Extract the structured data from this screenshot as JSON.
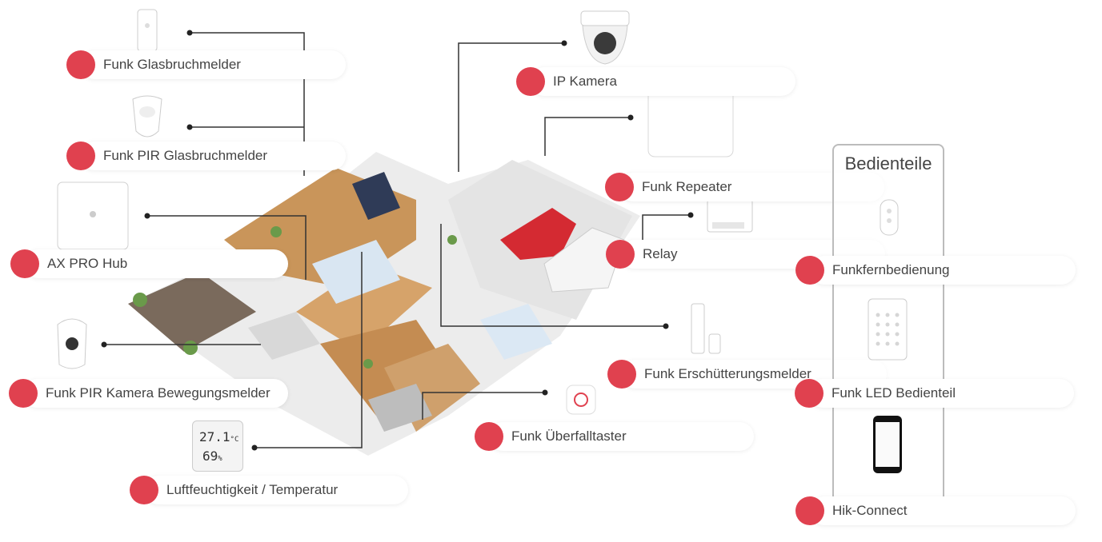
{
  "labels": {
    "glasbruch": "Funk Glasbruchmelder",
    "pir_glasbruch": "Funk PIR Glasbruchmelder",
    "hub": "AX PRO Hub",
    "pir_kamera": "Funk PIR Kamera Bewegungsmelder",
    "luft": "Luftfeuchtigkeit / Temperatur",
    "ip_kamera": "IP Kamera",
    "repeater": "Funk Repeater",
    "relay": "Relay",
    "erschuetterung": "Funk Erschütterungsmelder",
    "ueberfall": "Funk Überfalltaster",
    "fernbedienung": "Funkfernbedienung",
    "led_bedienteil": "Funk LED Bedienteil",
    "hik_connect": "Hik-Connect"
  },
  "panel": {
    "title": "Bedienteile"
  },
  "sensor_display": {
    "temperature": "27.1",
    "temp_unit": "°C",
    "humidity": "69",
    "hum_unit": "%"
  },
  "colors": {
    "accent": "#e0414f",
    "line": "#333333",
    "floor_wood": "#c9955a",
    "wall": "#f2f2f2"
  }
}
